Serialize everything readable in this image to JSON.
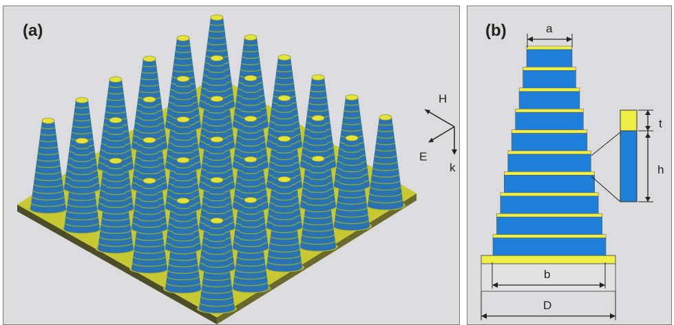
{
  "panel_a": {
    "label": "(a)",
    "axes": {
      "h_label": "H",
      "e_label": "E",
      "k_label": "k"
    }
  },
  "panel_b": {
    "label": "(b)",
    "dimensions": {
      "a": "a",
      "b": "b",
      "D": "D",
      "t": "t",
      "h": "h"
    }
  },
  "colors": {
    "panel_background": "#dcdcde",
    "substrate_yellow": "#c8c832",
    "metal_layer_yellow": "#eeee44",
    "dielectric_blue": "#1d7fd8",
    "cone_body_blue": "#2a72b0",
    "substrate_edge": "#5a5a2a"
  }
}
